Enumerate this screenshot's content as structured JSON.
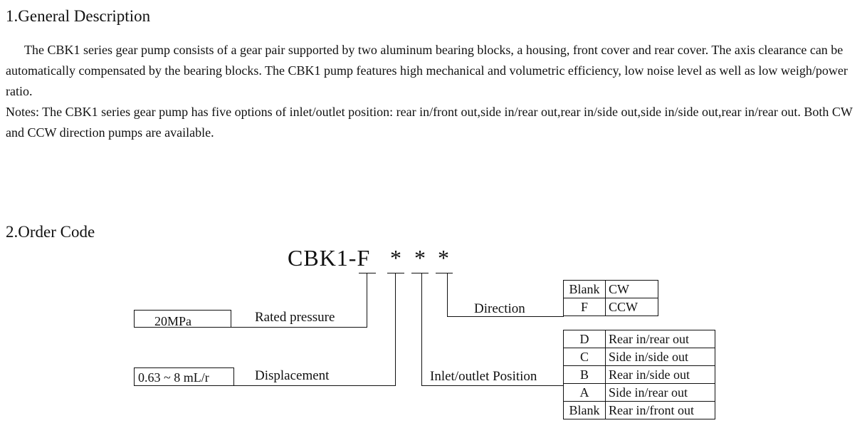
{
  "section1": {
    "heading": "1.General Description",
    "para1": "The CBK1 series gear pump consists of  a gear pair supported by two aluminum bearing blocks, a housing, front cover and rear cover. The axis clearance can be automatically compensated by the bearing blocks. The CBK1 pump features high mechanical and volumetric efficiency, low noise level as well as low weigh/power ratio.",
    "para2": "Notes: The CBK1 series gear pump has five options of inlet/outlet position: rear in/front out,side in/rear out,rear in/side out,side in/side out,rear in/rear out. Both CW and CCW direction pumps are available."
  },
  "section2": {
    "heading": "2.Order Code",
    "code": "CBK1-F",
    "slot1": "*",
    "slot2": "*",
    "slot3": "*",
    "rated_pressure": {
      "label": "Rated pressure",
      "value": "20MPa"
    },
    "displacement": {
      "label": "Displacement",
      "value": "0.63 ~ 8 mL/r"
    },
    "direction": {
      "label": "Direction",
      "options": [
        {
          "code": "Blank",
          "desc": "CW"
        },
        {
          "code": "F",
          "desc": "CCW"
        }
      ]
    },
    "position": {
      "label": "Inlet/outlet Position",
      "options": [
        {
          "code": "D",
          "desc": "Rear in/rear out"
        },
        {
          "code": "C",
          "desc": "Side in/side out"
        },
        {
          "code": "B",
          "desc": "Rear in/side out"
        },
        {
          "code": "A",
          "desc": "Side in/rear out"
        },
        {
          "code": "Blank",
          "desc": "Rear in/front out"
        }
      ]
    }
  }
}
